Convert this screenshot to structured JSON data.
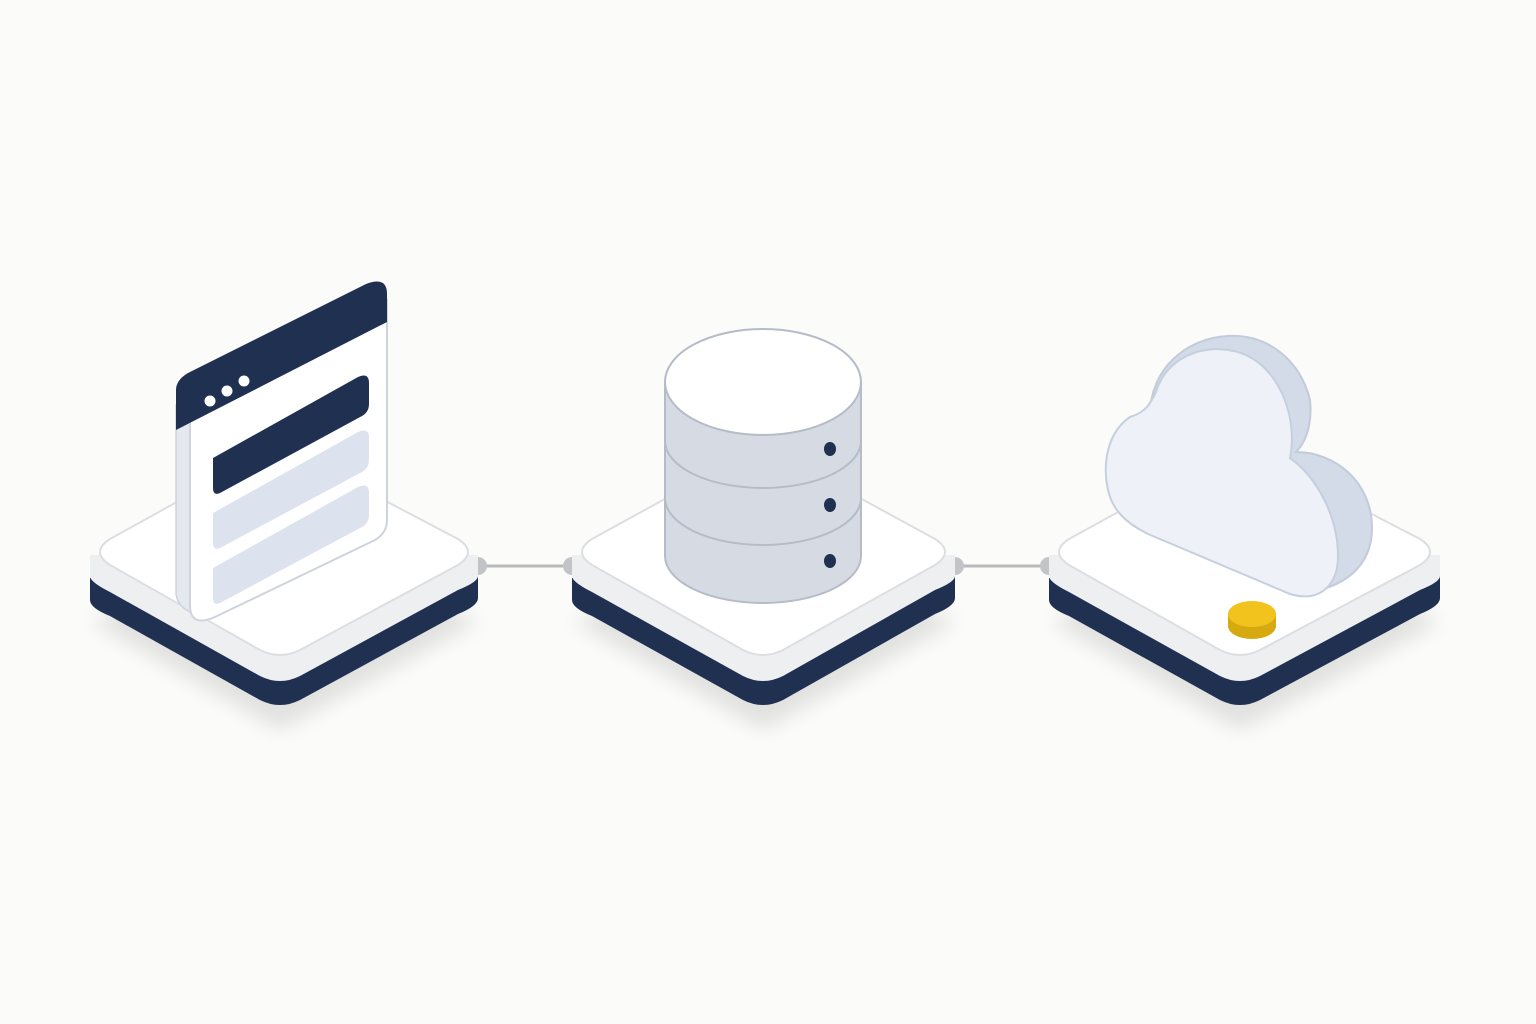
{
  "diagram": {
    "nodes": [
      {
        "id": "browser-window",
        "icon": "browser-window-icon"
      },
      {
        "id": "database",
        "icon": "database-icon"
      },
      {
        "id": "cloud",
        "icon": "cloud-icon"
      }
    ],
    "edges": [
      {
        "from": "browser-window",
        "to": "database"
      },
      {
        "from": "database",
        "to": "cloud"
      }
    ]
  },
  "colors": {
    "background": "#fbfbf9",
    "navy": "#1f3050",
    "platform_top": "#ffffff",
    "platform_side": "#eeeff1",
    "connector": "#b8babd",
    "cylinder_fill": "#d6dbe3",
    "cylinder_stroke": "#b5bcc8",
    "cloud_light": "#eef1f7",
    "cloud_dark": "#d3dbe8",
    "ui_row": "#dde3ee",
    "accent_coin": "#f2c31c"
  }
}
